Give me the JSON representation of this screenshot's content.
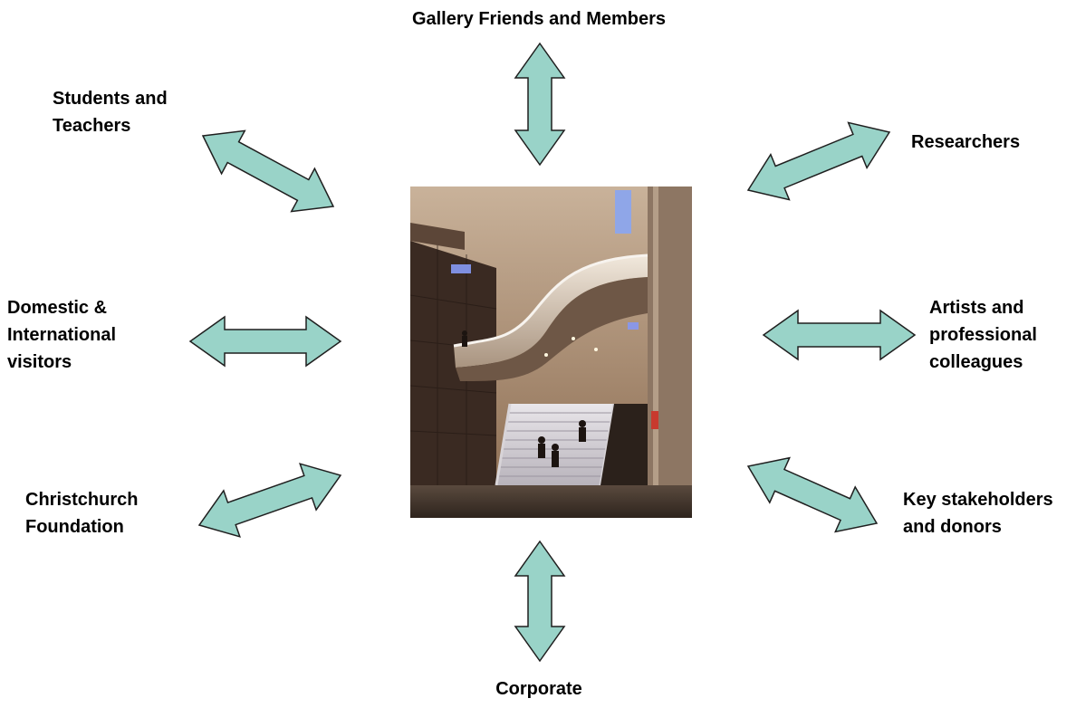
{
  "colors": {
    "arrow_fill": "#99d3c8",
    "arrow_stroke": "#1f1f1f",
    "text": "#000000"
  },
  "center_image": {
    "icon": "gallery-atrium-staircase-photo"
  },
  "stakeholders": {
    "top": {
      "lines": [
        "Gallery Friends and Members"
      ]
    },
    "top_left": {
      "lines": [
        "Students and",
        "Teachers"
      ]
    },
    "top_right": {
      "lines": [
        "Researchers"
      ]
    },
    "mid_left": {
      "lines": [
        "Domestic &",
        "International",
        "visitors"
      ]
    },
    "mid_right": {
      "lines": [
        "Artists and",
        "professional",
        "colleagues"
      ]
    },
    "bottom_left": {
      "lines": [
        "Christchurch",
        "Foundation"
      ]
    },
    "bottom_right": {
      "lines": [
        "Key stakeholders",
        "and donors"
      ]
    },
    "bottom": {
      "lines": [
        "Corporate"
      ]
    }
  }
}
